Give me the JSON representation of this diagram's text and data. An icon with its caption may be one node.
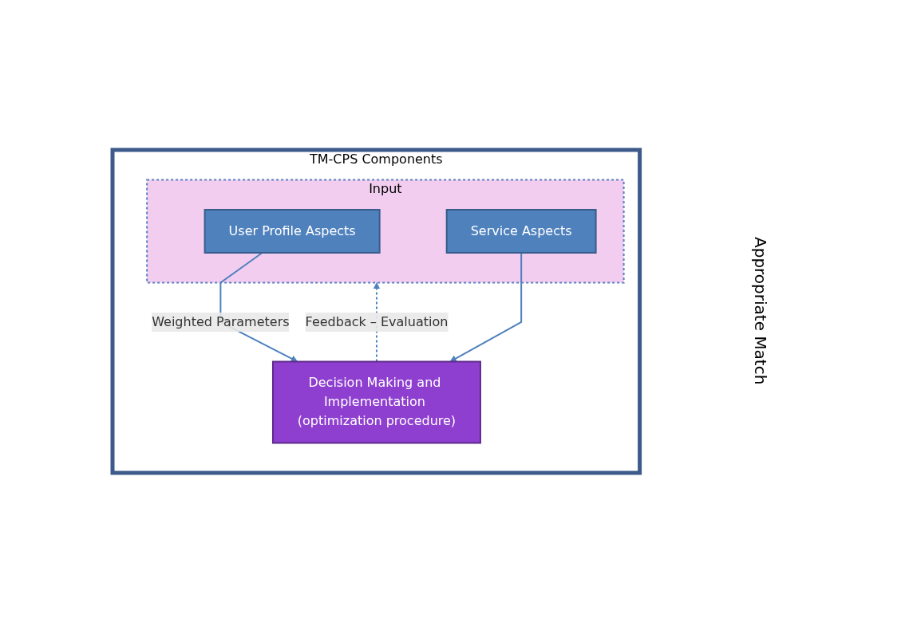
{
  "diagram": {
    "nodes": [
      {
        "text": [
          "TM-CPS Components"
        ]
      },
      {
        "text": [
          "Input"
        ],
        "in": 0
      },
      {
        "text": [
          "User Profile Aspects"
        ],
        "in": 1
      },
      {
        "text": [
          "Service Aspects"
        ],
        "in": 1
      },
      {
        "text": [
          "Decision Making and Implementation (optimization procedure)"
        ],
        "in": 0
      }
    ],
    "edges": [
      {
        "from": 2,
        "to": 4,
        "arrow": "to",
        "label": "Weighted Parameters"
      },
      {
        "from": 3,
        "to": 4,
        "arrow": "to"
      },
      {
        "from": 4,
        "to": 1,
        "arrow": "to",
        "label": "Feedback – Evaluation",
        "style": "dashed"
      }
    ],
    "labels": [
      "Appropriate Match"
    ]
  }
}
